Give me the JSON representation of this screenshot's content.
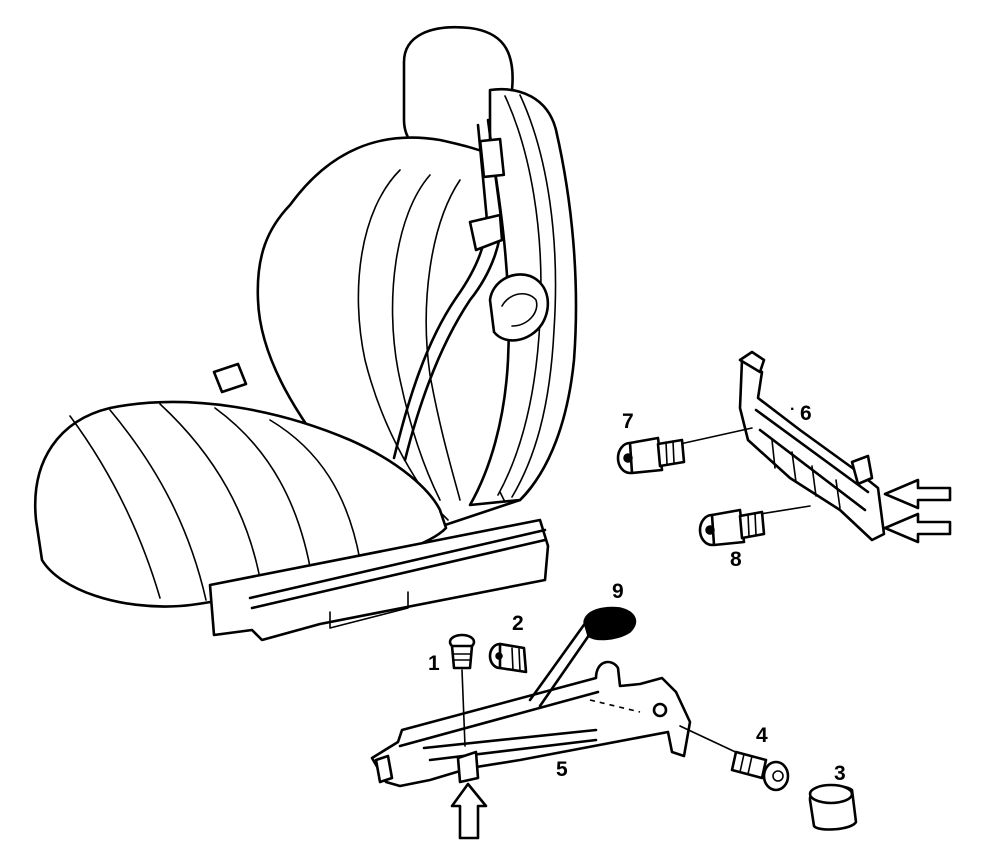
{
  "diagram": {
    "parts": [
      {
        "id": "part-1",
        "label": "1"
      },
      {
        "id": "part-2",
        "label": "2"
      },
      {
        "id": "part-3",
        "label": "3"
      },
      {
        "id": "part-4",
        "label": "4"
      },
      {
        "id": "part-5",
        "label": "5"
      },
      {
        "id": "part-6",
        "label": "6"
      },
      {
        "id": "part-7",
        "label": "7"
      },
      {
        "id": "part-8",
        "label": "8"
      },
      {
        "id": "part-9",
        "label": "9"
      }
    ],
    "colors": {
      "line": "#000000",
      "background": "#ffffff"
    }
  }
}
